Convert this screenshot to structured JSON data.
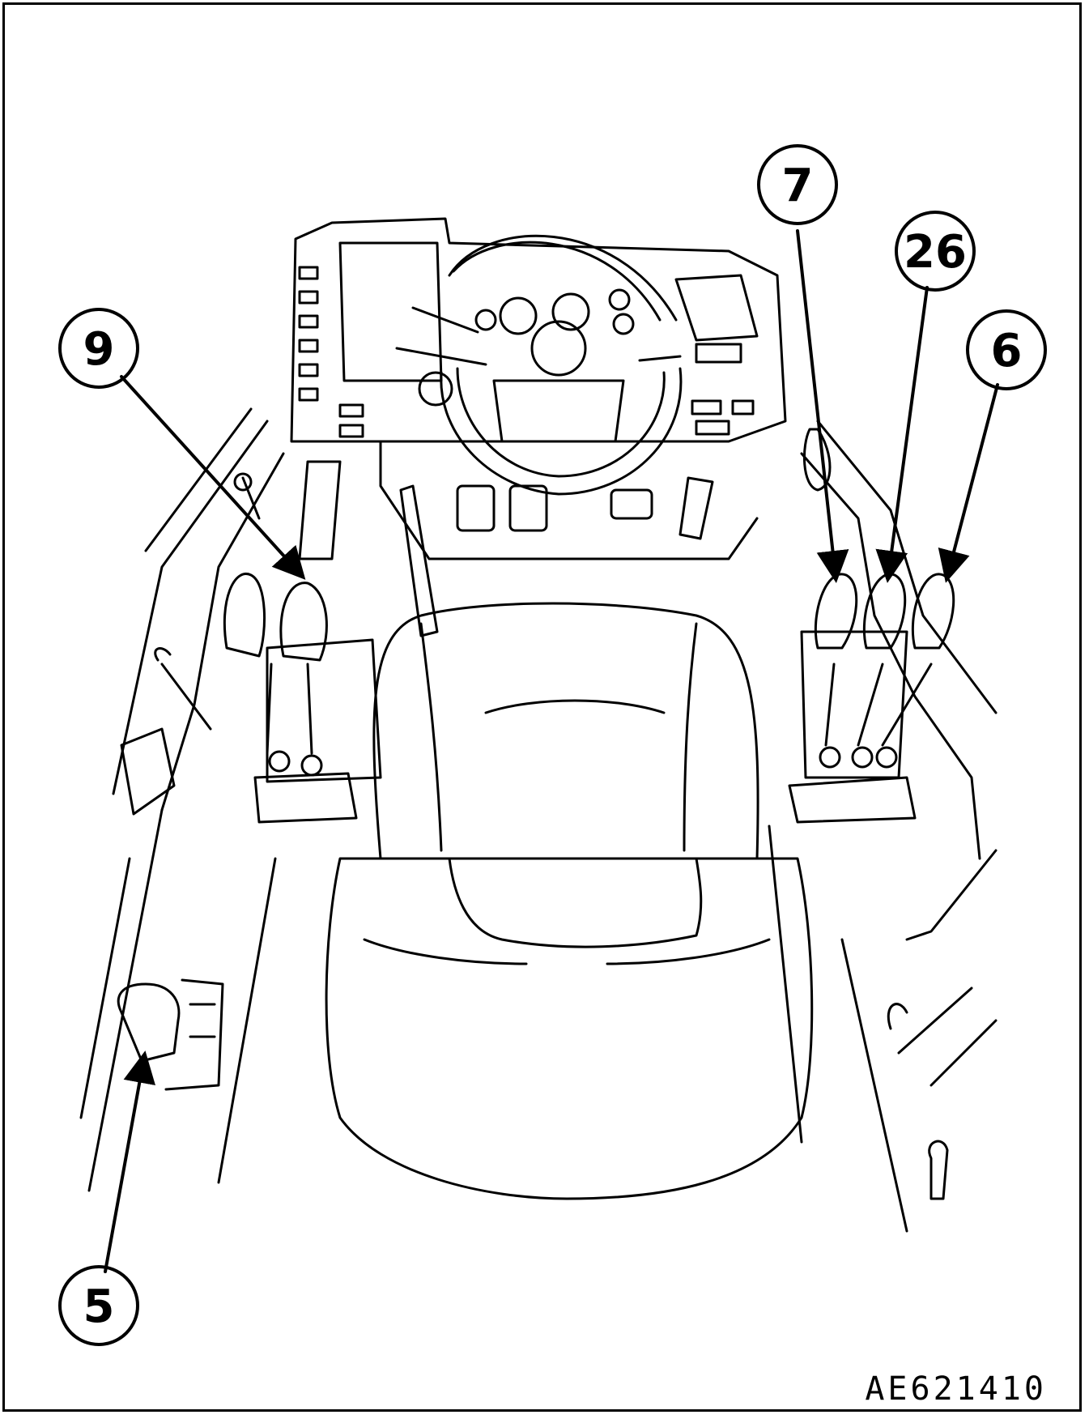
{
  "figure_code": "AE621410",
  "callouts": {
    "c9": "9",
    "c7": "7",
    "c26": "26",
    "c6": "6",
    "c5": "5"
  },
  "colors": {
    "line": "#000000",
    "background": "#ffffff"
  }
}
